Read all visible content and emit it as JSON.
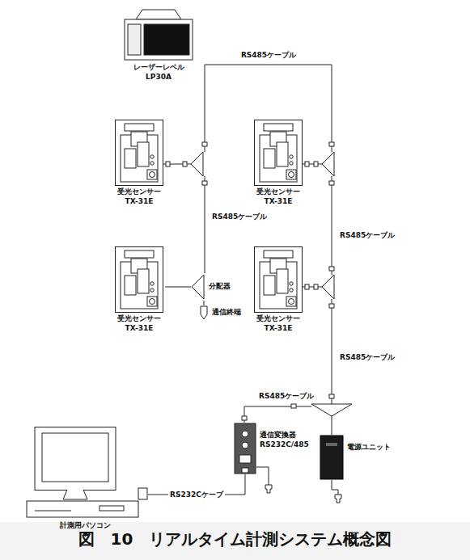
{
  "diagram": {
    "caption": "図　10　リアルタイム計測システム概念図",
    "nodes": [
      {
        "text": [
          "レーザーレベル LP30A"
        ]
      },
      {
        "text": [
          "受光センサー TX-31E"
        ]
      },
      {
        "text": [
          "受光センサー TX-31E"
        ]
      },
      {
        "text": [
          "受光センサー TX-31E"
        ]
      },
      {
        "text": [
          "分配器"
        ]
      },
      {
        "text": [
          "受光センサー TX-31E"
        ]
      },
      {
        "text": [
          "通信終端"
        ]
      },
      {
        "text": [
          "通信変換器 RS232C/485"
        ]
      },
      {
        "text": [
          "電源ユニット"
        ]
      },
      {
        "text": [
          "計測用パソコン"
        ]
      }
    ],
    "edges": [
      {
        "from": 3,
        "to": 4,
        "arrow": "none"
      },
      {
        "from": 4,
        "to": 6,
        "arrow": "none"
      },
      {
        "from": 7,
        "to": 9,
        "label": "RS232Cケーブ",
        "arrow": "none"
      }
    ],
    "labels": [
      "RS485ケーブル",
      "RS485ケーブル",
      "RS485ケーブル",
      "RS485ケーブル",
      "RS485ケーブル"
    ]
  }
}
